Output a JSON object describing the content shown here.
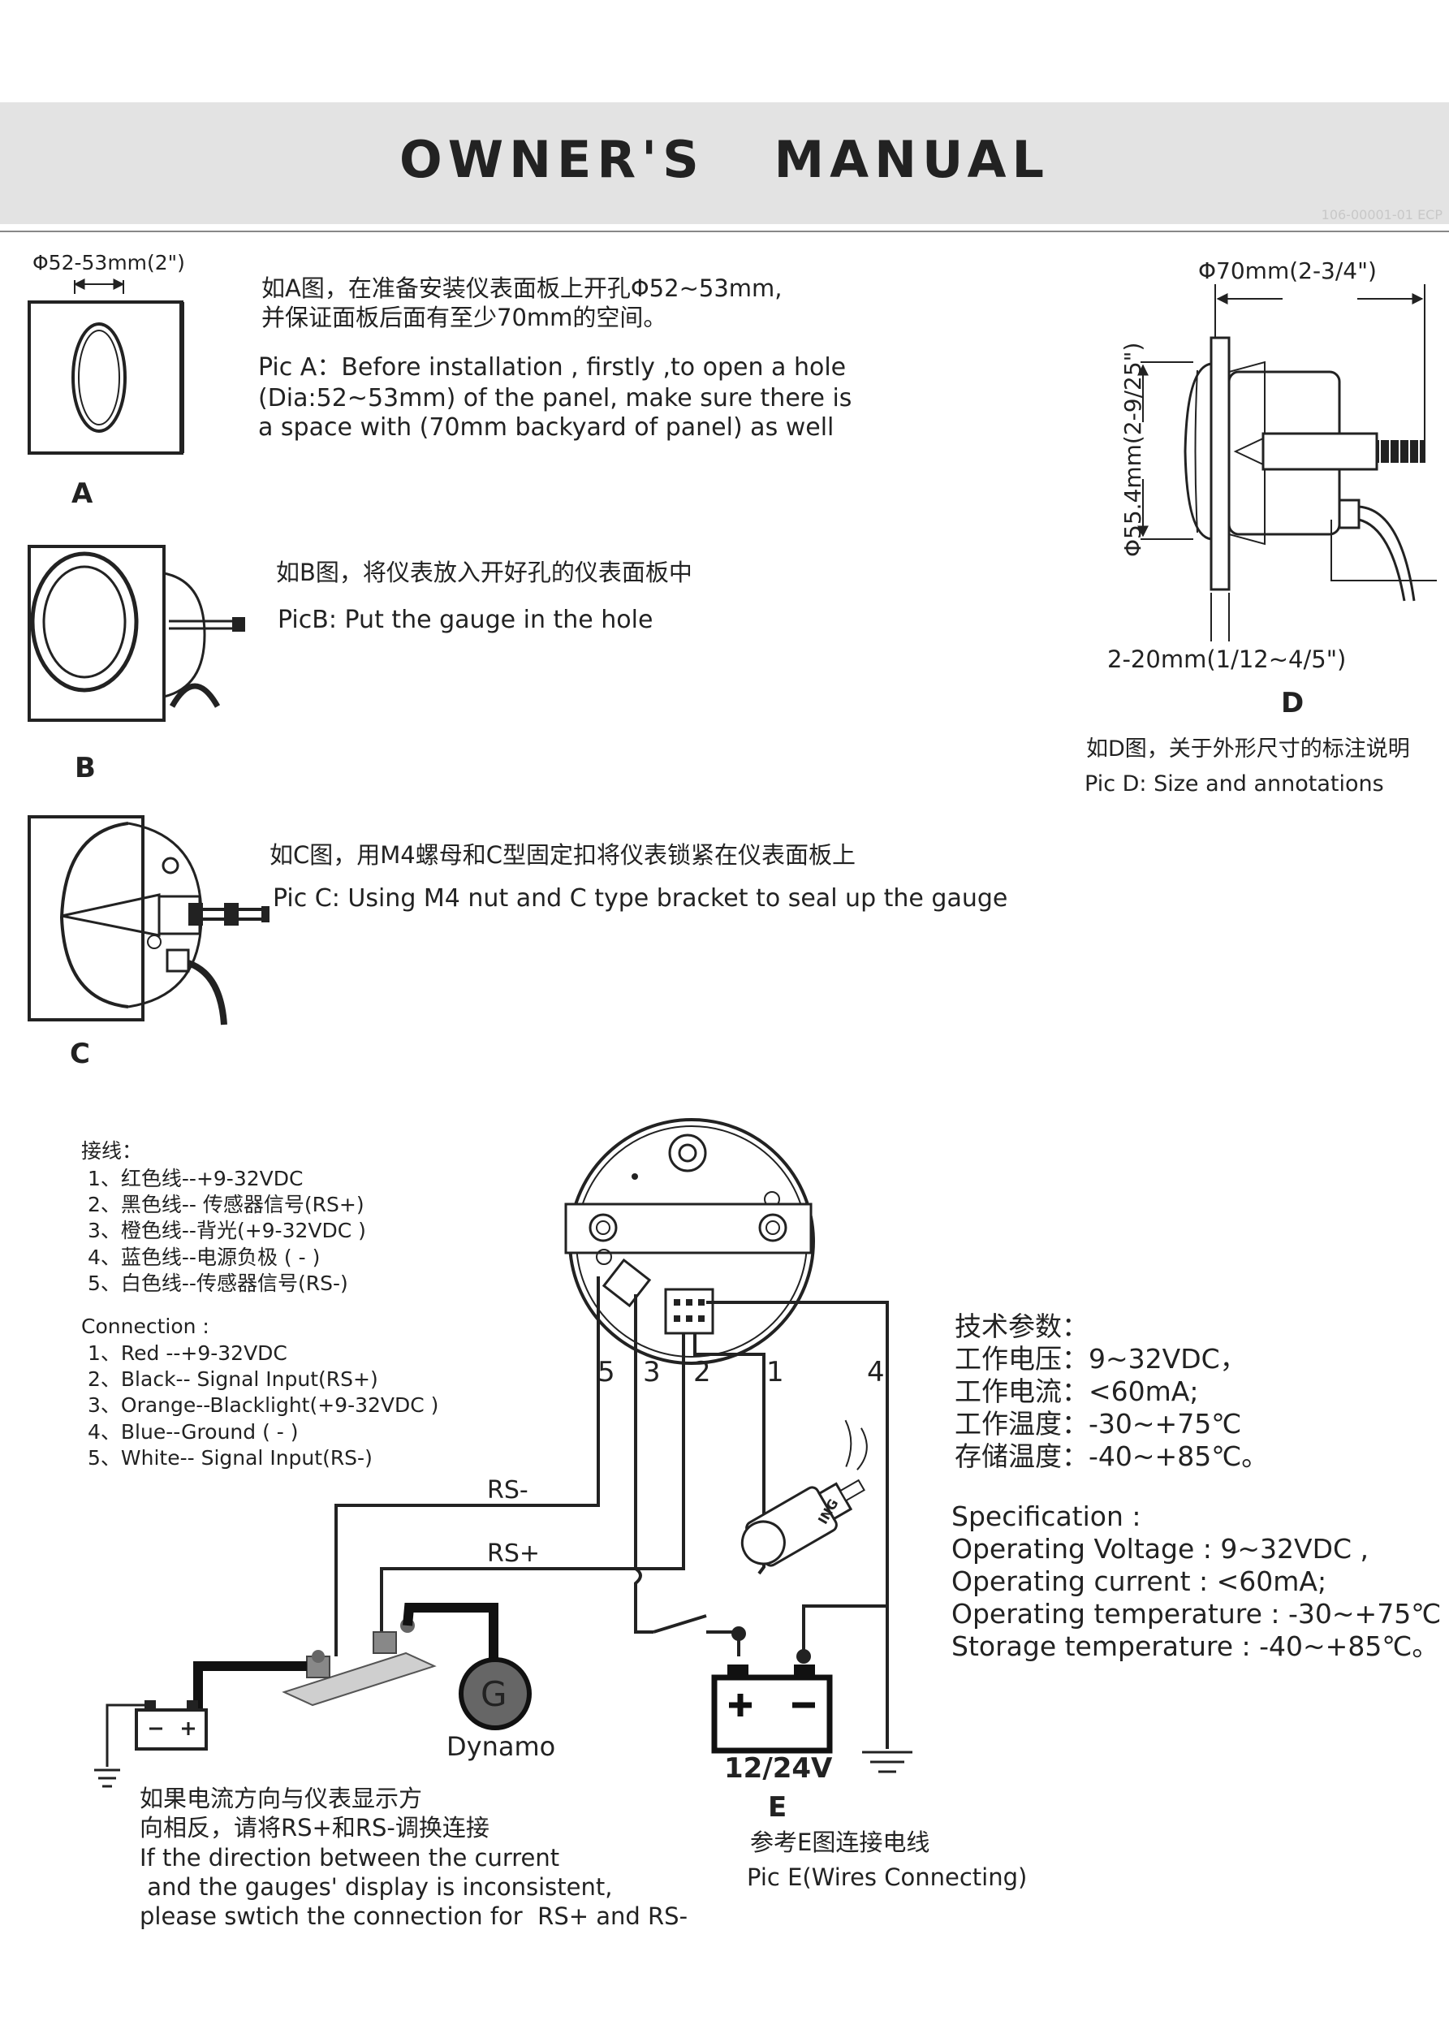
{
  "header": {
    "title": "OWNER'S   MANUAL",
    "doc_code": "106-00001-01 ECP"
  },
  "pic_a": {
    "dim_label": "Φ52-53mm(2\")",
    "cn_line1": "如A图，在准备安装仪表面板上开孔Φ52~53mm,",
    "cn_line2": "并保证面板后面有至少70mm的空间。",
    "en_line1": "Pic A：Before installation , firstly ,to open a hole",
    "en_line2": "(Dia:52~53mm) of the panel, make sure there is",
    "en_line3": "a space with (70mm backyard of panel)  as well",
    "label": "A"
  },
  "pic_b": {
    "cn": "如B图，将仪表放入开好孔的仪表面板中",
    "en": "PicB: Put the gauge in the hole",
    "label": "B"
  },
  "pic_c": {
    "cn": "如C图，用M4螺母和C型固定扣将仪表锁紧在仪表面板上",
    "en": "Pic C: Using M4 nut and C type bracket to seal up the gauge",
    "label": "C"
  },
  "pic_d": {
    "dim_width": "Φ70mm(2-3/4\")",
    "dim_height": "Φ55.4mm(2-9/25\")",
    "dim_panel": "2-20mm(1/12~4/5\")",
    "label": "D",
    "cn": "如D图，关于外形尺寸的标注说明",
    "en": "Pic D: Size and annotations"
  },
  "wiring_cn": {
    "heading": "接线：",
    "items": [
      "1、红色线--+9-32VDC",
      "2、黑色线-- 传感器信号(RS+)",
      "3、橙色线--背光(+9-32VDC )",
      "4、蓝色线--电源负极 ( - )",
      "5、白色线--传感器信号(RS-)"
    ]
  },
  "wiring_en": {
    "heading": "Connection :",
    "items": [
      "1、Red --+9-32VDC",
      "2、Black-- Signal  Input(RS+)",
      "3、Orange--Blacklight(+9-32VDC )",
      "4、Blue--Ground ( - )",
      "5、White-- Signal  Input(RS-)"
    ]
  },
  "diagram_e": {
    "wire_numbers": [
      "5",
      "3",
      "2",
      "1",
      "4"
    ],
    "rs_minus": "RS-",
    "rs_plus": "RS+",
    "dynamo_letter": "G",
    "dynamo_label": "Dynamo",
    "battery_voltage": "12/24V",
    "ignition_label": "ING",
    "label": "E",
    "cn": "参考E图连接电线",
    "en": "Pic E(Wires Connecting)"
  },
  "note": {
    "cn_line1": "如果电流方向与仪表显示方",
    "cn_line2": "向相反，请将RS+和RS-调换连接",
    "en_line1": "If the direction between the current",
    "en_line2": " and the gauges' display is inconsistent,",
    "en_line3": "please swtich the connection for  RS+ and RS-"
  },
  "specs_cn": {
    "heading": "技术参数：",
    "items": [
      "工作电压：9~32VDC，",
      "工作电流：<60mA;",
      "工作温度：-30~+75℃",
      "存储温度：-40~+85℃。"
    ]
  },
  "specs_en": {
    "heading": "Specification :",
    "items": [
      "Operating Voltage : 9~32VDC ,",
      "Operating current : <60mA;",
      "Operating temperature : -30~+75℃",
      "Storage temperature : -40~+85℃。"
    ]
  }
}
